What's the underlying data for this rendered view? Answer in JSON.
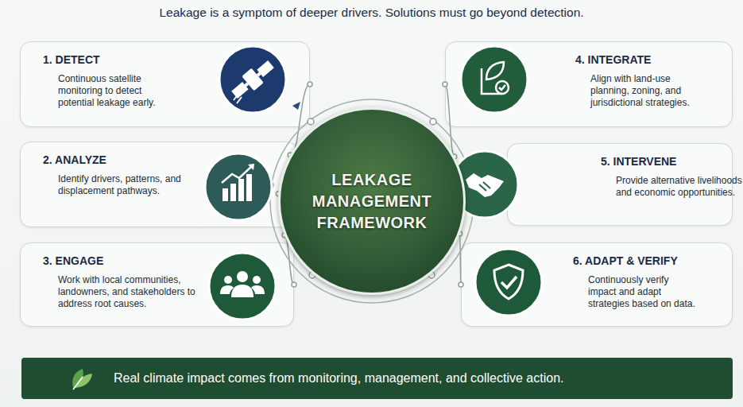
{
  "diagram": {
    "title": "Leakage is a symptom of deeper drivers. Solutions must go beyond detection.",
    "nodes": [
      {
        "text": [
          "LEAKAGE MANAGEMENT FRAMEWORK"
        ]
      },
      {
        "text": [
          "1. DETECT",
          "Continuous satellite monitoring to detect potential leakage early."
        ]
      },
      {
        "text": [
          "2. ANALYZE",
          "Identify drivers, patterns, and displacement pathways."
        ]
      },
      {
        "text": [
          "3. ENGAGE",
          "Work with local communities, landowners, and stakeholders to address root causes."
        ]
      },
      {
        "text": [
          "4. INTEGRATE",
          "Align with land-use planning, zoning, and jurisdictional strategies."
        ]
      },
      {
        "text": [
          "5. INTERVENE",
          "Provide alternative livelihoods and economic opportunities."
        ]
      },
      {
        "text": [
          "6. ADAPT & VERIFY",
          "Continuously verify impact and adapt strategies based on data."
        ]
      },
      {
        "text": [
          "Real climate impact comes from monitoring, management, and collective action."
        ]
      }
    ],
    "edges": [
      {
        "from": 1,
        "to": 0,
        "arrow": "none"
      },
      {
        "from": 2,
        "to": 0,
        "arrow": "none"
      },
      {
        "from": 3,
        "to": 0,
        "arrow": "none"
      },
      {
        "from": 4,
        "to": 0,
        "arrow": "none"
      },
      {
        "from": 5,
        "to": 0,
        "arrow": "none"
      },
      {
        "from": 6,
        "to": 0,
        "arrow": "none"
      }
    ]
  }
}
